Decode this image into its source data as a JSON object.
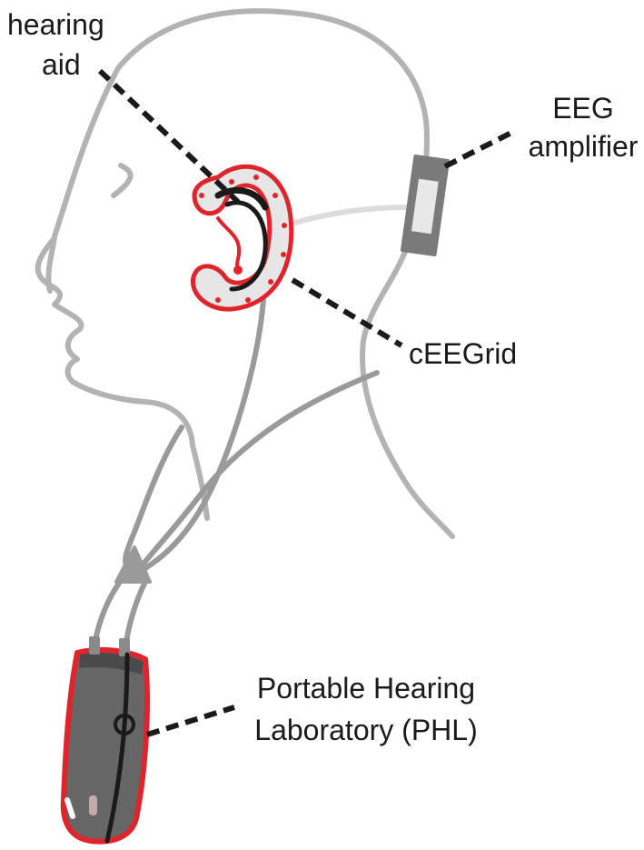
{
  "labels": {
    "hearing_aid_line1": "hearing",
    "hearing_aid_line2": "aid",
    "eeg_amplifier_line1": "EEG",
    "eeg_amplifier_line2": "amplifier",
    "ceegrid": "cEEGrid",
    "phl_line1": "Portable Hearing",
    "phl_line2": "Laboratory (PHL)"
  },
  "colors": {
    "head_outline": "#b3b3b3",
    "cable": "#9a9a9a",
    "cable_light": "#dcdcdc",
    "electrode_red": "#e0242b",
    "electrode_fill": "#e6e6e6",
    "device_body": "#666666",
    "device_outline": "#e0242b",
    "amplifier_body": "#7a7a7a",
    "amplifier_window": "#e8e8e8",
    "hearing_aid": "#1a1a1a",
    "leader_line": "#1a1a1a",
    "text": "#1a1a1a"
  }
}
